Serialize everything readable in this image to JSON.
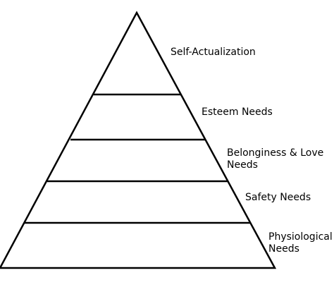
{
  "diagram": {
    "type": "pyramid",
    "stroke_color": "#000000",
    "fill_color": "#ffffff",
    "tiers_top_to_bottom": [
      {
        "id": "self-actualization",
        "lines": [
          "Self-Actualization"
        ]
      },
      {
        "id": "esteem",
        "lines": [
          "Esteem Needs"
        ]
      },
      {
        "id": "belonging",
        "lines": [
          "Belonginess & Love",
          "Needs"
        ]
      },
      {
        "id": "safety",
        "lines": [
          "Safety Needs"
        ]
      },
      {
        "id": "physiological",
        "lines": [
          "Physiological",
          "Needs"
        ]
      }
    ]
  }
}
